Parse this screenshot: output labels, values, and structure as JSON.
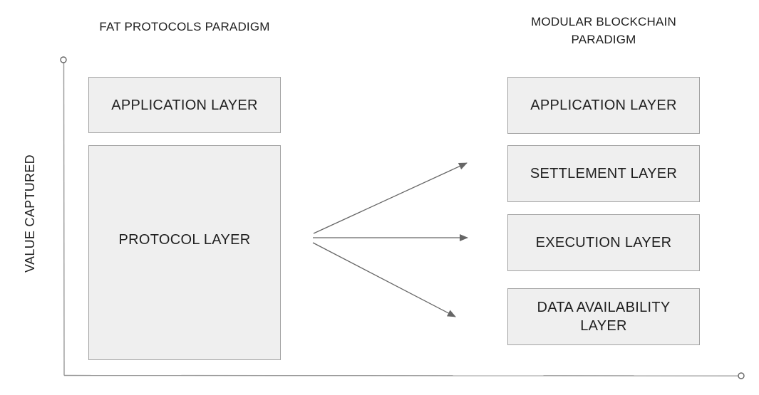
{
  "diagram": {
    "y_axis_label": "VALUE CAPTURED",
    "left_column": {
      "title": "FAT PROTOCOLS PARADIGM",
      "boxes": [
        {
          "label": "APPLICATION LAYER"
        },
        {
          "label": "PROTOCOL LAYER"
        }
      ]
    },
    "right_column": {
      "title": "MODULAR BLOCKCHAIN PARADIGM",
      "boxes": [
        {
          "label": "APPLICATION LAYER"
        },
        {
          "label": "SETTLEMENT LAYER"
        },
        {
          "label": "EXECUTION LAYER"
        },
        {
          "label": "DATA AVAILABILITY LAYER"
        }
      ]
    },
    "arrows": [
      {
        "from": "PROTOCOL LAYER",
        "to": "SETTLEMENT LAYER"
      },
      {
        "from": "PROTOCOL LAYER",
        "to": "EXECUTION LAYER"
      },
      {
        "from": "PROTOCOL LAYER",
        "to": "DATA AVAILABILITY LAYER"
      }
    ],
    "colors": {
      "background": "#ffffff",
      "box_fill": "#efefef",
      "box_border": "#a3a3a3",
      "text": "#1f1f1f",
      "axis": "#999999",
      "arrow": "#666666"
    }
  }
}
